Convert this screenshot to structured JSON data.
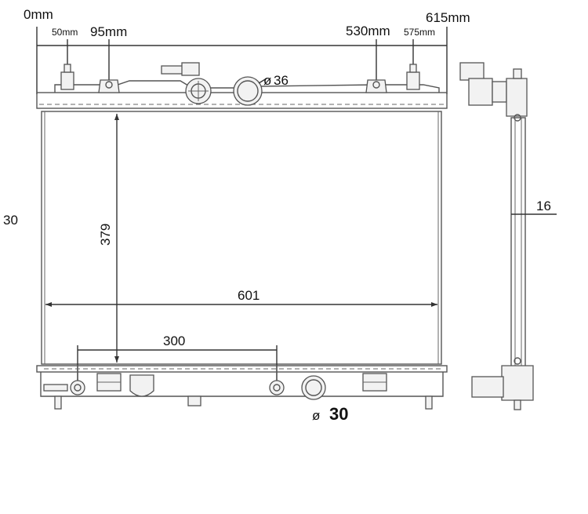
{
  "top_labels": {
    "zero": "0mm",
    "l50": "50mm",
    "l95": "95mm",
    "l530": "530mm",
    "l575": "575mm",
    "l615": "615mm"
  },
  "left_label": "30",
  "side_label": "16",
  "inlet_diameter": "36",
  "outlet_diameter": "30",
  "diameter_symbol": "ø",
  "core_height": "379",
  "core_width": "601",
  "bottom_span": "300",
  "colors": {
    "line": "#555555",
    "dim": "#333333",
    "text": "#111111",
    "bg": "#ffffff"
  }
}
